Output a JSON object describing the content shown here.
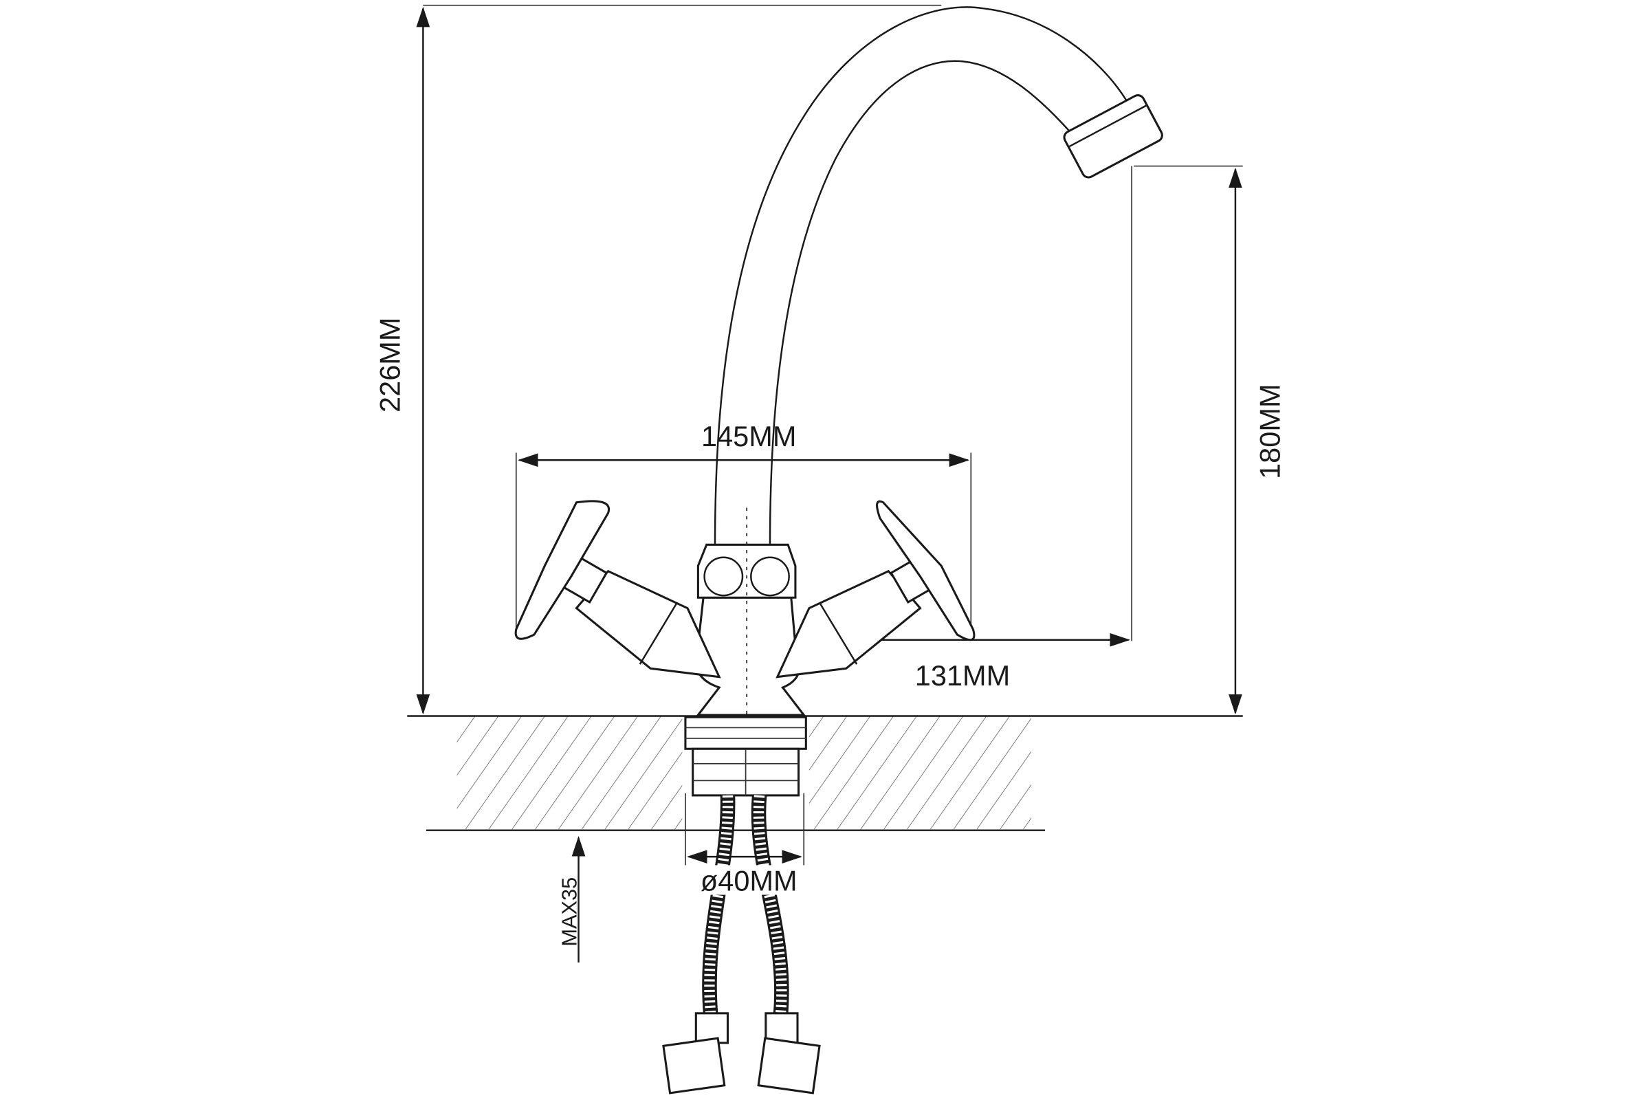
{
  "diagram": {
    "subject": "faucet",
    "dimensions": {
      "total_height": "226MM",
      "spout_height": "180MM",
      "handle_span": "145MM",
      "spout_reach": "131MM",
      "mount_diameter": "ø40MM",
      "max_countertop": "MAX35"
    },
    "colors": {
      "line": "#1a1a1a",
      "background": "#ffffff"
    }
  }
}
